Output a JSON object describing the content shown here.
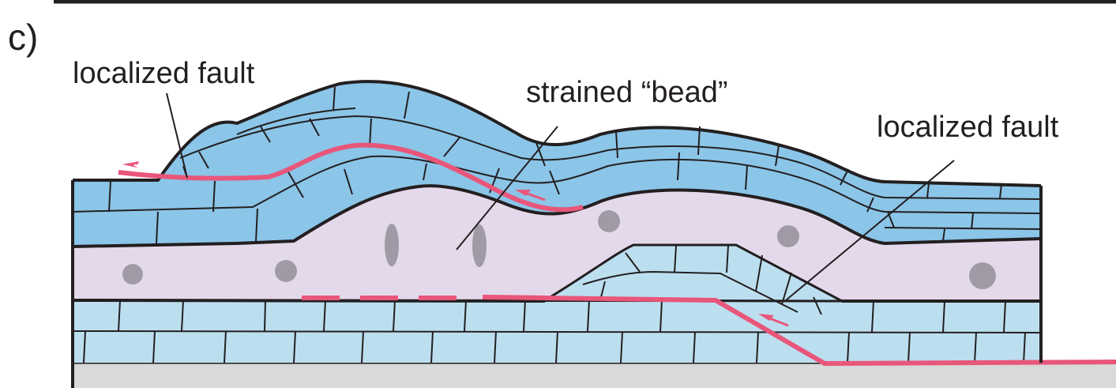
{
  "panel_label": "c)",
  "labels": {
    "fault_left": "localized fault",
    "bead": "strained “bead”",
    "fault_right": "localized fault"
  },
  "colors": {
    "upper_limestone": "#8bc5e8",
    "lower_limestone": "#bcdff0",
    "shale": "#e4d9ea",
    "basement": "#d8d9d9",
    "fault": "#e8567a",
    "clast": "#a09aa6",
    "outline": "#231f20"
  },
  "icons": [
    "slip-arrow-icon"
  ]
}
